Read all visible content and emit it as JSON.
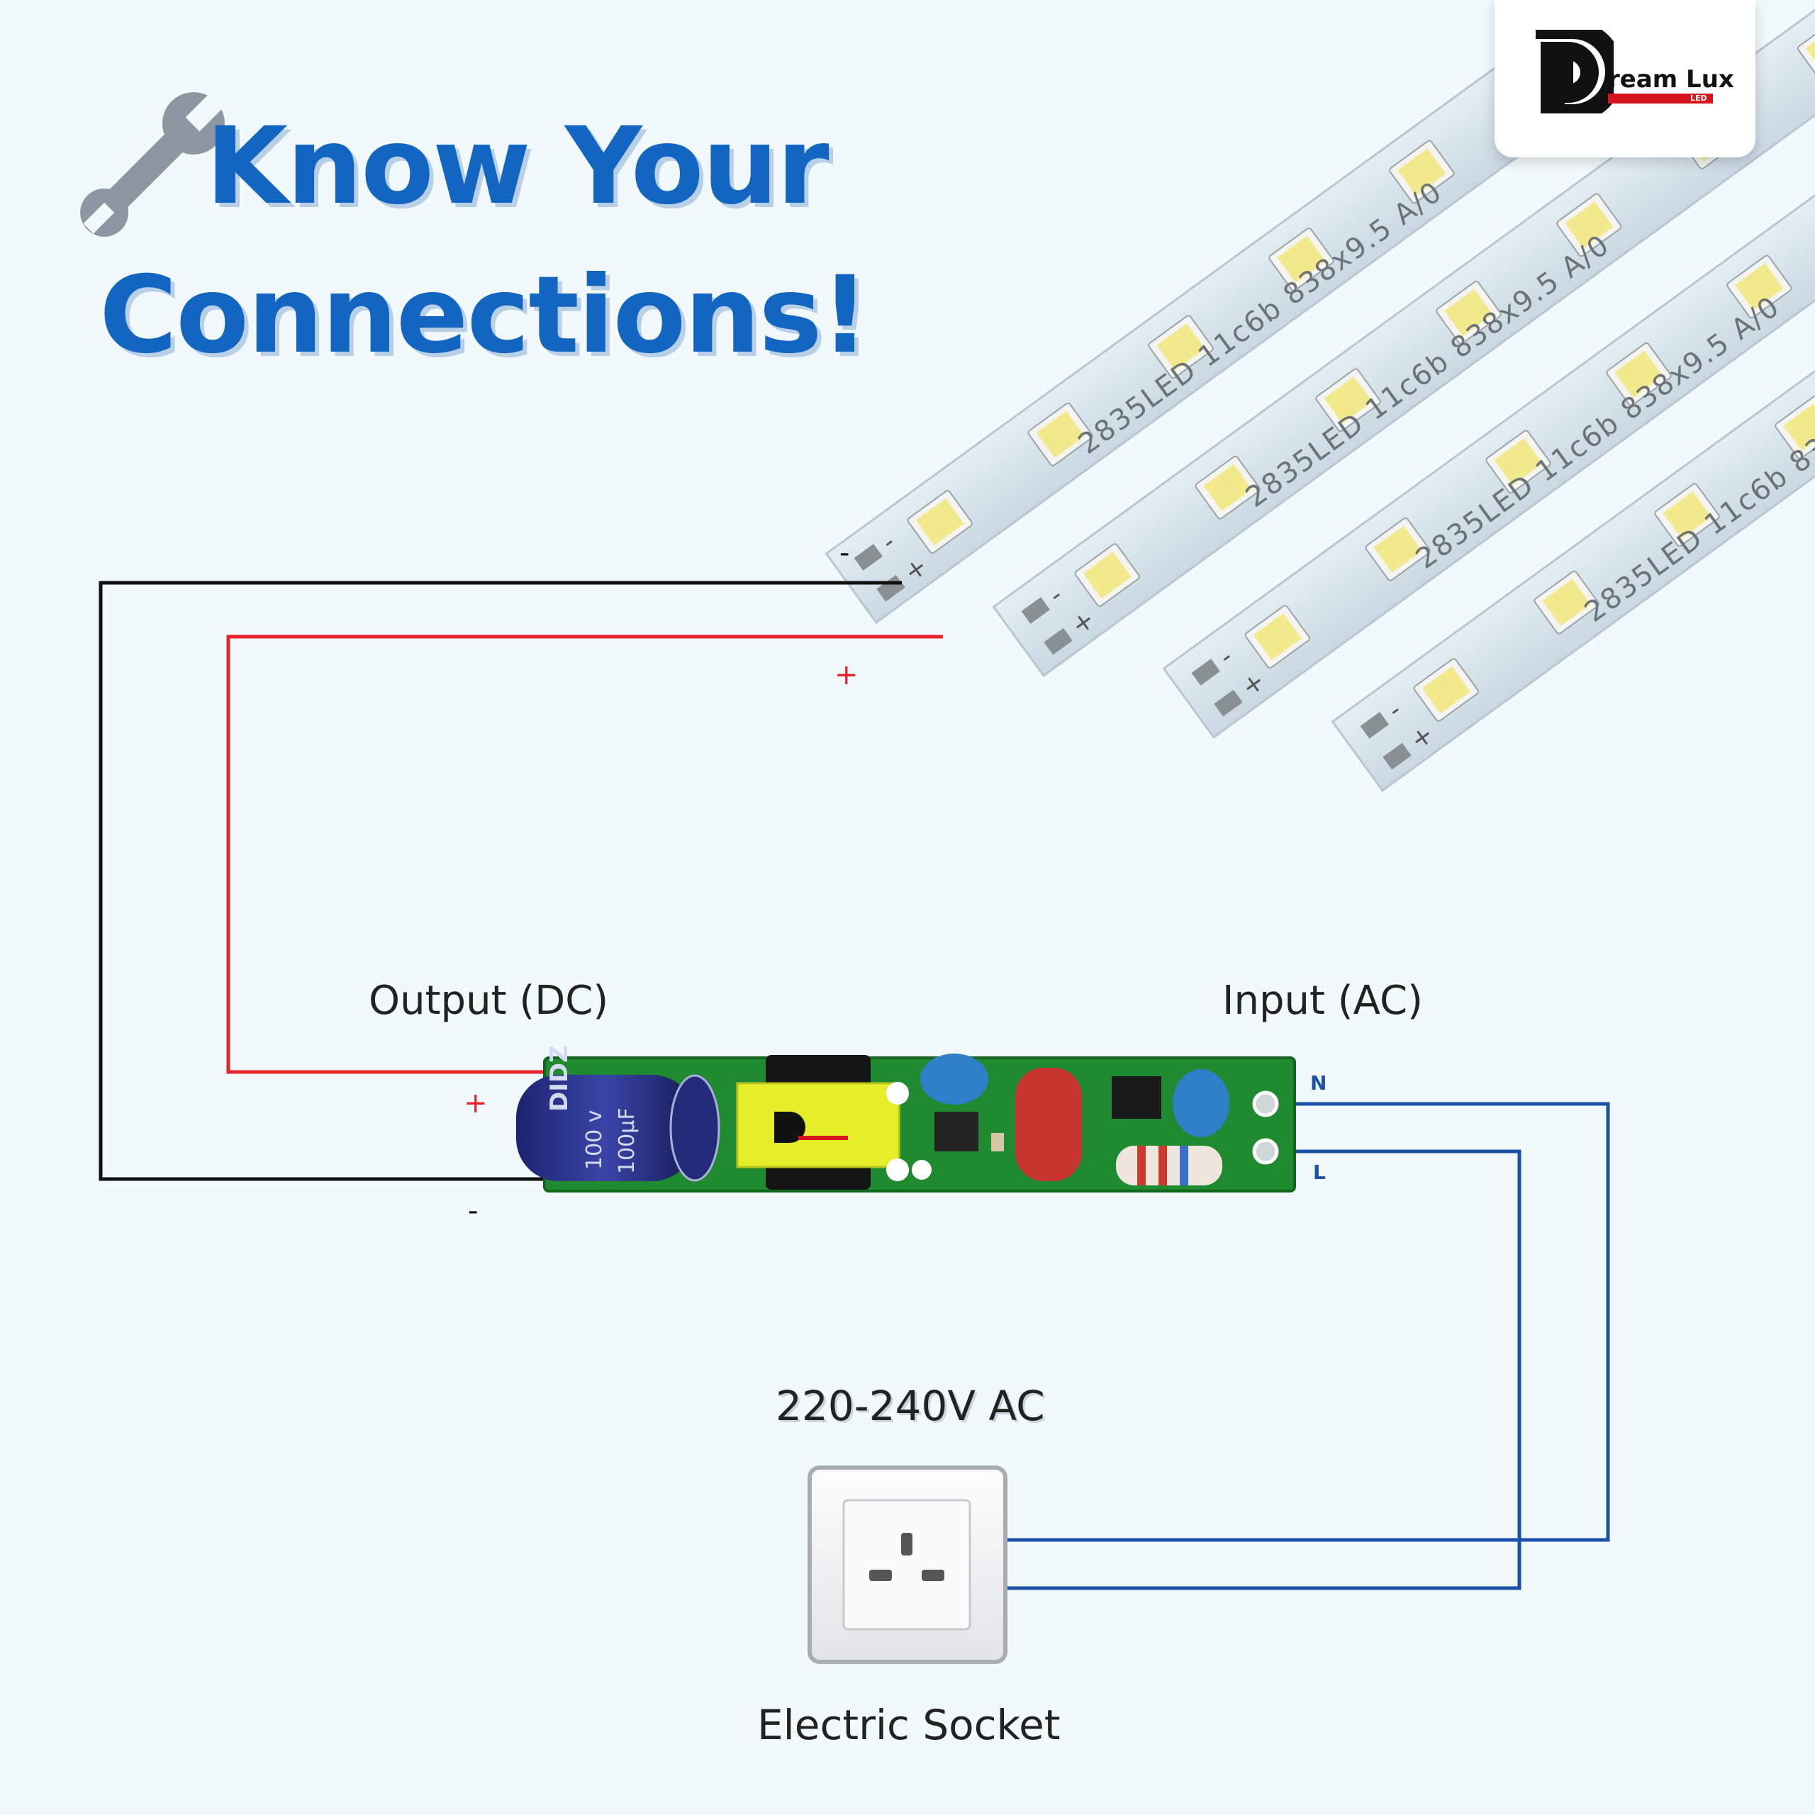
{
  "title": {
    "line1": "Know Your",
    "line2": "Connections!"
  },
  "icon": "wrench-icon",
  "brand": {
    "name": "ream Lux",
    "sub": "LED",
    "color": "#d6141c"
  },
  "strip": {
    "model": "2835LED",
    "code": "11c6b",
    "dims": "838x9.5",
    "marker": "A/0",
    "minus": "-",
    "plus": "+"
  },
  "driver": {
    "output_label": "Output (DC)",
    "input_label": "Input (AC)",
    "output_plus": "+",
    "output_minus": "-",
    "input_n": "N",
    "input_l": "L",
    "strip_plus": "+",
    "strip_minus": "-"
  },
  "capacitor": {
    "brand": "DIDZ",
    "rating": "100 v",
    "capacity": "100µF"
  },
  "socket": {
    "voltage": "220-240V AC",
    "label": "Electric Socket"
  },
  "colors": {
    "negative_wire": "#111111",
    "positive_wire": "#e8242a",
    "ac_wire": "#1b4fa8",
    "title": "#1266c2",
    "pcb": "#1f8a2f",
    "strip": "#d7e4ec"
  }
}
